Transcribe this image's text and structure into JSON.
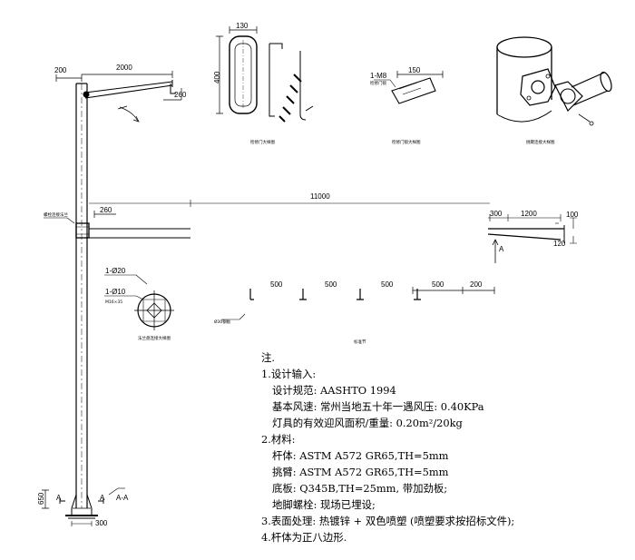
{
  "pole_drawing": {
    "dim_200": "200",
    "dim_2000": "2000",
    "dim_260_arm": "260",
    "dim_260_mid": "260",
    "dim_11000": "11000",
    "dim_650": "650",
    "dim_300": "300",
    "label_a_left": "A",
    "label_a_right": "A",
    "bracket_note": "螺栓连接法兰",
    "section_note_a": "A-A",
    "base_note": "Ø30钢板"
  },
  "section_detail": {
    "bolt_label": "1-Ø20",
    "bolt_label_2": "1-Ø10",
    "bolt_sub": "M16×35",
    "caption": "法兰盘连接大样图"
  },
  "door_detail": {
    "dim_130": "130",
    "dim_400": "400",
    "caption": "检修门大样图"
  },
  "bolt_detail": {
    "bolt_label": "1-M8",
    "bolt_sub": "检修门锁",
    "dim_150": "150",
    "caption": "检修门锁大样图"
  },
  "perspective": {
    "caption": "挑臂连接大样图"
  },
  "arm_detail": {
    "dim_300": "300",
    "dim_1200": "1200",
    "dim_100": "100",
    "dim_120": "120",
    "label_a": "A"
  },
  "scale_row": {
    "dims": [
      "500",
      "500",
      "500",
      "500",
      "200"
    ],
    "caption": "标准节"
  },
  "notes": {
    "title": "注.",
    "lines": [
      {
        "text": "1.设计输入:",
        "indent": false
      },
      {
        "text": "设计规范: AASHTO 1994",
        "indent": true
      },
      {
        "text": "基本风速: 常州当地五十年一遇风压: 0.40KPa",
        "indent": true
      },
      {
        "text": "灯具的有效迎风面积/重量: 0.20m²/20kg",
        "indent": true
      },
      {
        "text": "2.材料:",
        "indent": false
      },
      {
        "text": "杆体: ASTM A572 GR65,TH=5mm",
        "indent": true
      },
      {
        "text": "挑臂: ASTM A572 GR65,TH=5mm",
        "indent": true
      },
      {
        "text": "底板: Q345B,TH=25mm, 带加劲板;",
        "indent": true
      },
      {
        "text": "地脚螺栓: 现场已埋设;",
        "indent": true
      },
      {
        "text": "3.表面处理: 热镀锌 + 双色喷塑 (喷塑要求按招标文件);",
        "indent": false
      },
      {
        "text": "4.杆体为正八边形.",
        "indent": false
      }
    ]
  }
}
